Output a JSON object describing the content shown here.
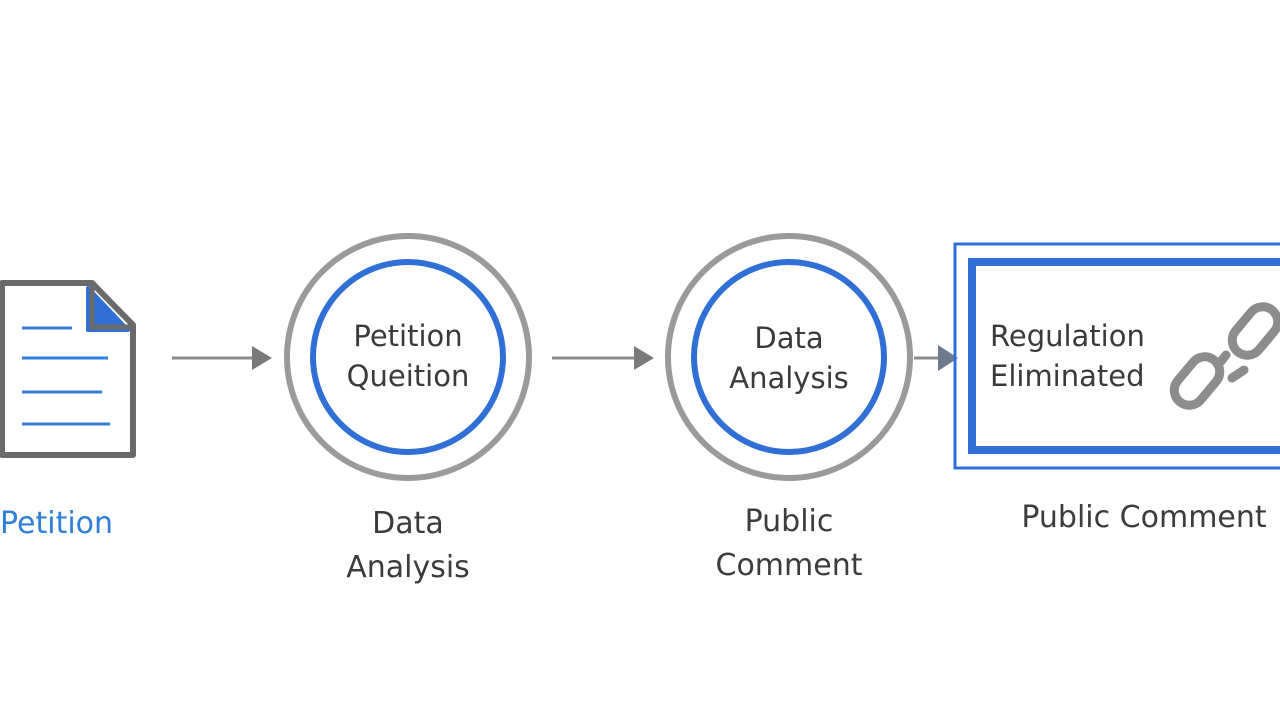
{
  "colors": {
    "blue": "#2f6fd6",
    "gray": "#8c8c8c",
    "dark_gray": "#6a6a6a",
    "text": "#3c3c3c",
    "label_blue": "#2f7fd8"
  },
  "steps": [
    {
      "icon": "document-icon",
      "label": "Petition"
    },
    {
      "inner_line1": "Petition",
      "inner_line2": "Queition",
      "label_line1": "Data",
      "label_line2": "Analysis"
    },
    {
      "inner_line1": "Data",
      "inner_line2": "Analysis",
      "label_line1": "Public",
      "label_line2": "Comment"
    },
    {
      "inner_line1": "Regulation",
      "inner_line2": "Eliminated",
      "icon": "broken-chain-icon",
      "label": "Public Comment"
    }
  ]
}
